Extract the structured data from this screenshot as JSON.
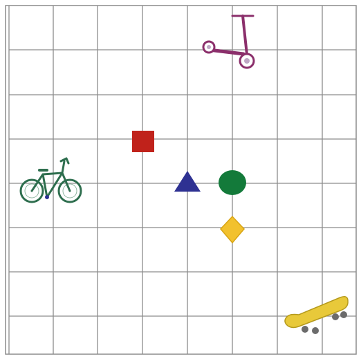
{
  "grid": {
    "columns": 8,
    "rows": 8,
    "line_color": "#8c8c8c",
    "background": "#ffffff"
  },
  "objects": [
    {
      "name": "scooter",
      "icon": "scooter-icon",
      "color": "#8b2f6b"
    },
    {
      "name": "red-square",
      "icon": "square-icon",
      "color": "#c0221b"
    },
    {
      "name": "bicycle",
      "icon": "bicycle-icon",
      "color": "#2e6e4e"
    },
    {
      "name": "blue-triangle",
      "icon": "triangle-icon",
      "color": "#2e3192"
    },
    {
      "name": "green-circle",
      "icon": "circle-icon",
      "color": "#137a3a"
    },
    {
      "name": "yellow-diamond",
      "icon": "diamond-icon",
      "color": "#f2c12e"
    },
    {
      "name": "skateboard",
      "icon": "skateboard-icon",
      "color": "#e8c93a"
    }
  ]
}
